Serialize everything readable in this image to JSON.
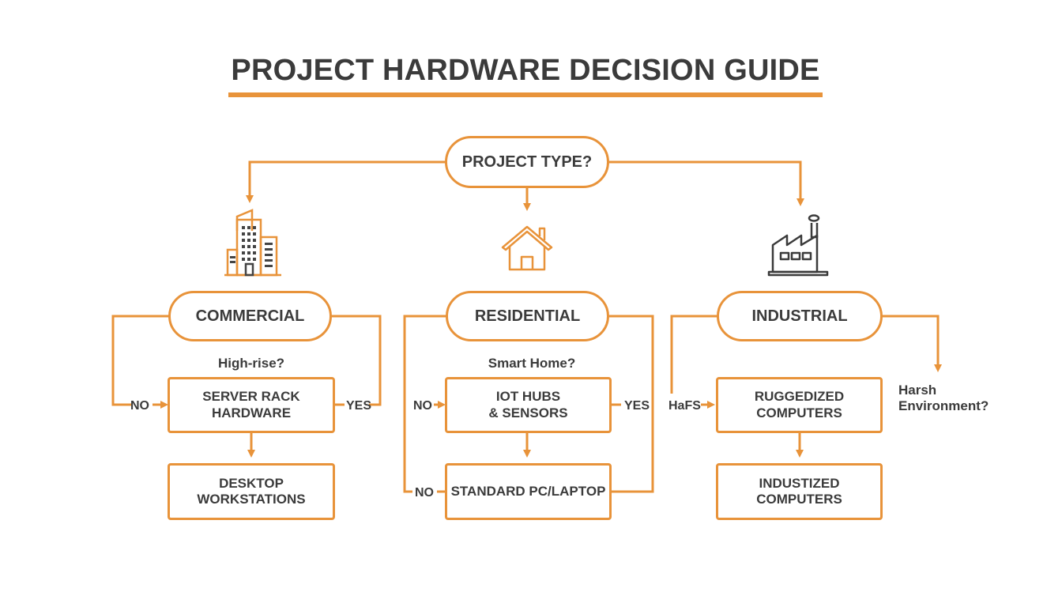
{
  "title": "PROJECT HARDWARE DECISION GUIDE",
  "accent_color": "#e8933a",
  "text_color": "#3b3b3b",
  "root": {
    "label": "PROJECT TYPE?"
  },
  "branches": [
    {
      "id": "commercial",
      "icon": "office-building-icon",
      "label": "COMMERCIAL",
      "question": "High-rise?",
      "left_label": "NO",
      "right_label": "YES",
      "box1": "SERVER RACK\nHARDWARE",
      "box2": "DESKTOP\nWORKSTATIONS"
    },
    {
      "id": "residential",
      "icon": "house-icon",
      "label": "RESIDENTIAL",
      "question": "Smart Home?",
      "left_label": "NO",
      "right_label": "YES",
      "box1": "IOT HUBS\n& SENSORS",
      "box2_left_label": "NO",
      "box2": "STANDARD PC/LAPTOP"
    },
    {
      "id": "industrial",
      "icon": "factory-icon",
      "label": "INDUSTRIAL",
      "question": "Harsh\nEnvironment?",
      "left_label": "HaFS",
      "box1": "RUGGEDIZED\nCOMPUTERS",
      "box2": "INDUSTIZED\nCOMPUTERS"
    }
  ]
}
